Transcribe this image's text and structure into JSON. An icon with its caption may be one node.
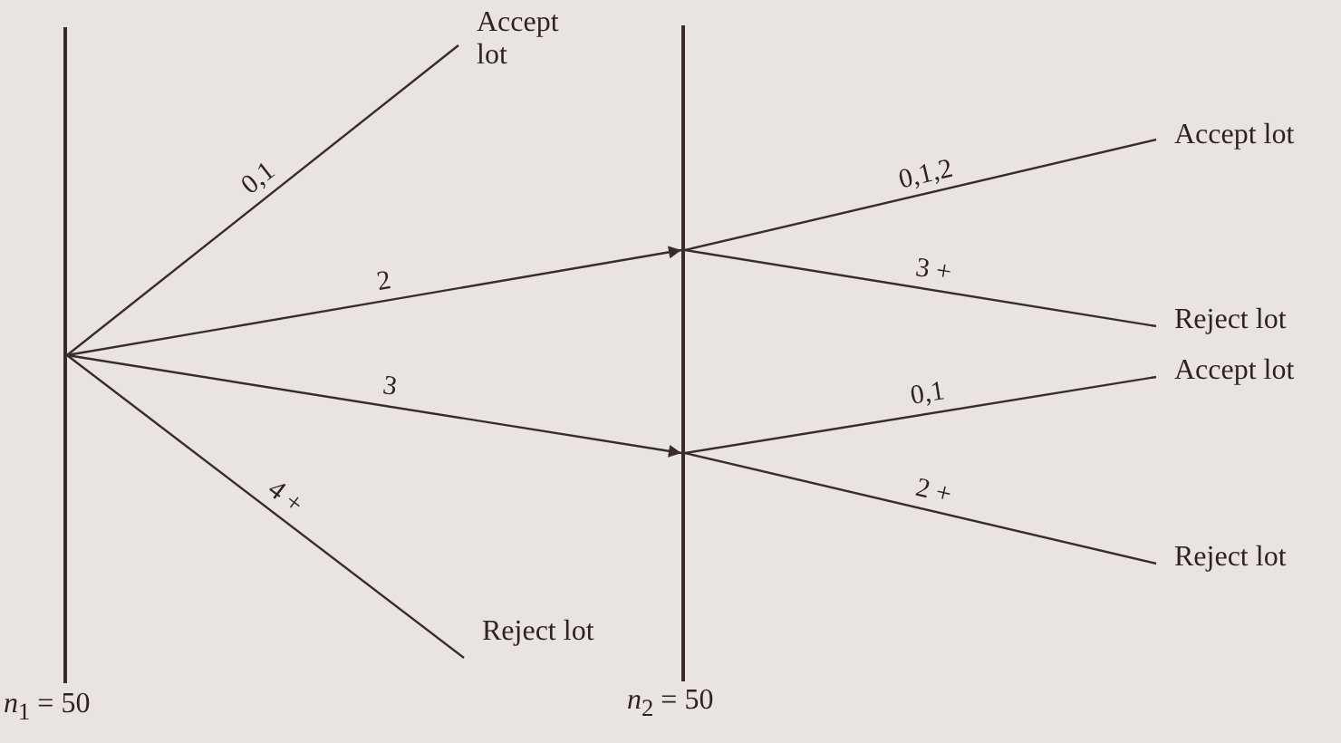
{
  "diagram": {
    "nodes": [
      {
        "text": [],
        "shape": "bar",
        "beside": [
          "*n*$_{1}$ = 50"
        ]
      },
      {
        "text": [
          "Accept lot"
        ]
      },
      {
        "text": [
          "Reject lot"
        ]
      },
      {
        "text": [],
        "shape": "bar",
        "beside": [
          "*n*$_{2}$ = 50"
        ]
      },
      {
        "text": [
          "Accept lot"
        ]
      },
      {
        "text": [
          "Reject lot"
        ]
      },
      {
        "text": [
          "Accept lot"
        ]
      },
      {
        "text": [
          "Reject lot"
        ]
      }
    ],
    "edges": [
      {
        "from": 0,
        "to": 1,
        "arrow": "none",
        "label": "0,1"
      },
      {
        "from": 0,
        "to": 3,
        "arrow": "to",
        "label": "2"
      },
      {
        "from": 0,
        "to": 3,
        "arrow": "to",
        "label": "3"
      },
      {
        "from": 0,
        "to": 2,
        "arrow": "none",
        "label": "4 +"
      },
      {
        "from": 3,
        "to": 4,
        "arrow": "none",
        "label": "0,1,2"
      },
      {
        "from": 3,
        "to": 5,
        "arrow": "none",
        "label": "3 +"
      },
      {
        "from": 3,
        "to": 6,
        "arrow": "none",
        "label": "0,1"
      },
      {
        "from": 3,
        "to": 7,
        "arrow": "none",
        "label": "2 +"
      }
    ]
  }
}
